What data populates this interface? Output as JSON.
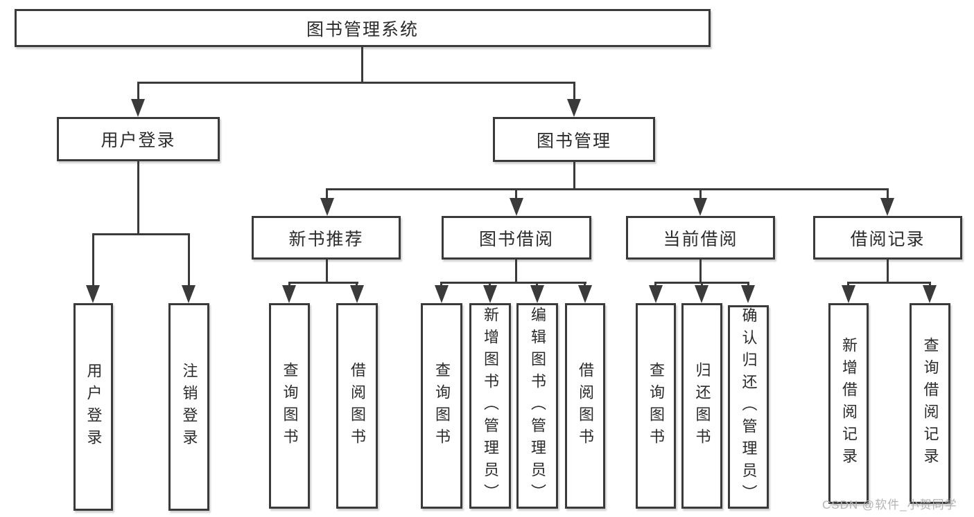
{
  "diagram": {
    "title": "图书管理系统",
    "watermark": "CSDN @软件_小贺同学",
    "colors": {
      "line": "#3a3a3a",
      "text": "#2b2b2b",
      "box_background": "#ffffff",
      "watermark": "#b3b3b3"
    },
    "branches": [
      {
        "label": "用户登录",
        "children": [
          {
            "label": "用户登录"
          },
          {
            "label": "注销登录"
          }
        ]
      },
      {
        "label": "图书管理",
        "children": [
          {
            "label": "新书推荐",
            "children": [
              {
                "label": "查询图书"
              },
              {
                "label": "借阅图书"
              }
            ]
          },
          {
            "label": "图书借阅",
            "children": [
              {
                "label": "查询图书"
              },
              {
                "label": "新增图书（管理员）"
              },
              {
                "label": "编辑图书（管理员）"
              },
              {
                "label": "借阅图书"
              }
            ]
          },
          {
            "label": "当前借阅",
            "children": [
              {
                "label": "查询图书"
              },
              {
                "label": "归还图书"
              },
              {
                "label": "确认归还（管理员）"
              }
            ]
          },
          {
            "label": "借阅记录",
            "children": [
              {
                "label": "新增借阅记录"
              },
              {
                "label": "查询借阅记录"
              }
            ]
          }
        ]
      }
    ]
  }
}
